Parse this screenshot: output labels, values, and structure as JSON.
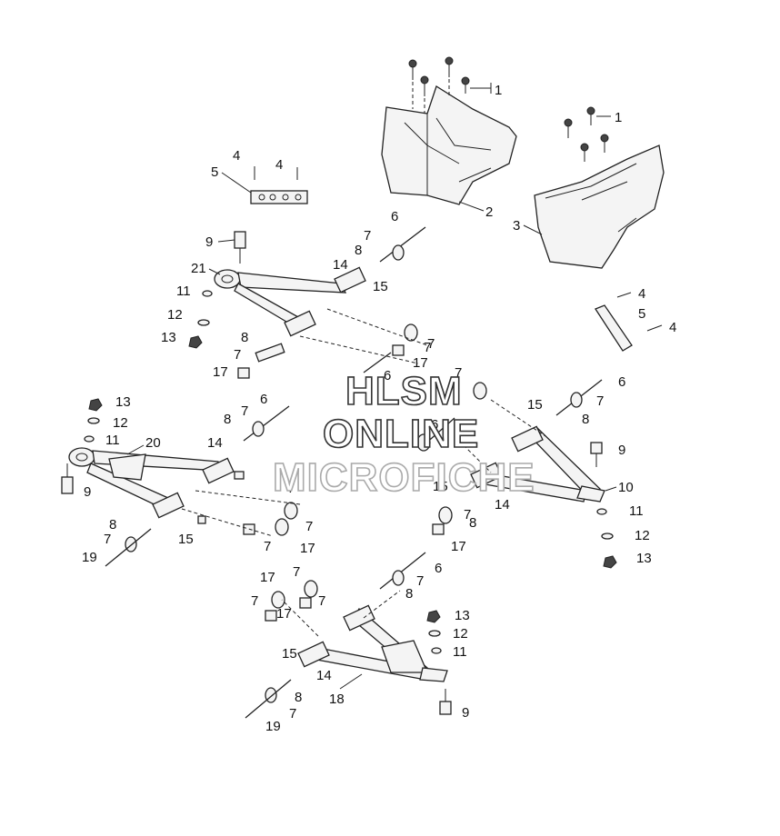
{
  "labels": {
    "l1a": "1",
    "l1b": "1",
    "l2": "2",
    "l3": "3",
    "l4a": "4",
    "l4b": "4",
    "l4c": "4",
    "l4d": "4",
    "l5a": "5",
    "l5b": "5",
    "l6a": "6",
    "l6b": "6",
    "l6c": "6",
    "l6d": "6",
    "l6e": "6",
    "l6f": "6",
    "l7a": "7",
    "l7b": "7",
    "l7c": "7",
    "l7d": "7",
    "l7e": "7",
    "l7f": "7",
    "l7g": "7",
    "l7h": "7",
    "l7i": "7",
    "l7j": "7",
    "l7k": "7",
    "l7l": "7",
    "l7m": "7",
    "l7n": "7",
    "l7o": "7",
    "l7p": "7",
    "l7q": "7",
    "l8a": "8",
    "l8b": "8",
    "l8c": "8",
    "l8d": "8",
    "l8e": "8",
    "l8f": "8",
    "l8g": "8",
    "l8h": "8",
    "l9a": "9",
    "l9b": "9",
    "l9c": "9",
    "l9d": "9",
    "l10": "10",
    "l11a": "11",
    "l11b": "11",
    "l11c": "11",
    "l11d": "11",
    "l12a": "12",
    "l12b": "12",
    "l12c": "12",
    "l12d": "12",
    "l13a": "13",
    "l13b": "13",
    "l13c": "13",
    "l13d": "13",
    "l14a": "14",
    "l14b": "14",
    "l14c": "14",
    "l14d": "14",
    "l15a": "15",
    "l15b": "15",
    "l15c": "15",
    "l15d": "15",
    "l15e": "15",
    "l17a": "17",
    "l17b": "17",
    "l17c": "17",
    "l17d": "17",
    "l17e": "17",
    "l17f": "17",
    "l18": "18",
    "l19a": "19",
    "l19b": "19",
    "l20": "20",
    "l21": "21"
  },
  "watermark": {
    "line1": "HLSM",
    "line2": "ONLINE",
    "line3": "MICROFICHE"
  }
}
